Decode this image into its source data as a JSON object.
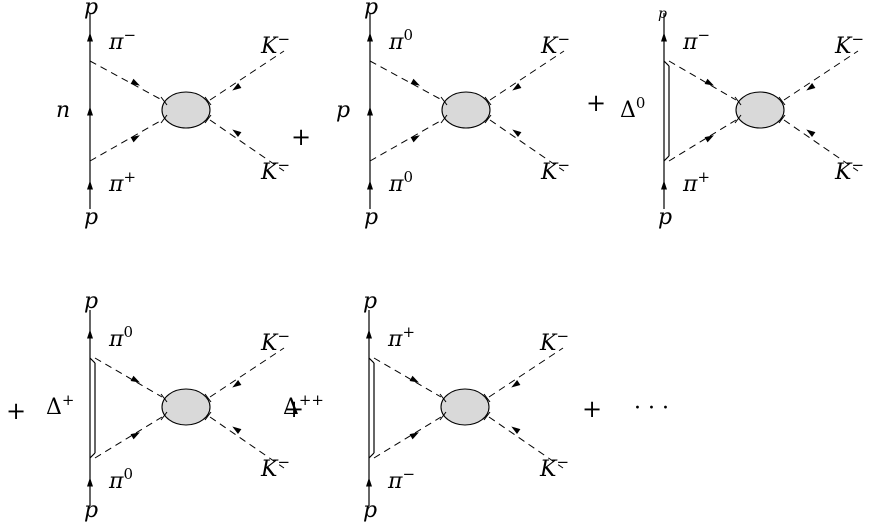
{
  "diagram": {
    "diagrams": [
      {
        "proton_top": "p",
        "proton_bottom": "p",
        "baryon": "n",
        "baryon_is_delta": false,
        "pion_upper": "π",
        "pion_upper_sup": "−",
        "pion_lower": "π",
        "pion_lower_sup": "+",
        "kaon_upper": "K",
        "kaon_upper_sup": "−",
        "kaon_lower": "K",
        "kaon_lower_sup": "−"
      },
      {
        "proton_top": "p",
        "proton_bottom": "p",
        "baryon": "p",
        "baryon_is_delta": false,
        "pion_upper": "π",
        "pion_upper_sup": "0",
        "pion_lower": "π",
        "pion_lower_sup": "0",
        "kaon_upper": "K",
        "kaon_upper_sup": "−",
        "kaon_lower": "K",
        "kaon_lower_sup": "−"
      },
      {
        "proton_top": "p",
        "proton_bottom": "p",
        "baryon": "Δ",
        "baryon_sup": "0",
        "baryon_is_delta": true,
        "pion_upper": "π",
        "pion_upper_sup": "−",
        "pion_lower": "π",
        "pion_lower_sup": "+",
        "kaon_upper": "K",
        "kaon_upper_sup": "−",
        "kaon_lower": "K",
        "kaon_lower_sup": "−"
      },
      {
        "proton_top": "p",
        "proton_bottom": "p",
        "baryon": "Δ",
        "baryon_sup": "+",
        "baryon_is_delta": true,
        "pion_upper": "π",
        "pion_upper_sup": "0",
        "pion_lower": "π",
        "pion_lower_sup": "0",
        "kaon_upper": "K",
        "kaon_upper_sup": "−",
        "kaon_lower": "K",
        "kaon_lower_sup": "−"
      },
      {
        "proton_top": "p",
        "proton_bottom": "p",
        "baryon": "Δ",
        "baryon_sup": "++",
        "baryon_is_delta": true,
        "pion_upper": "π",
        "pion_upper_sup": "+",
        "pion_lower": "π",
        "pion_lower_sup": "−",
        "kaon_upper": "K",
        "kaon_upper_sup": "−",
        "kaon_lower": "K",
        "kaon_lower_sup": "−"
      }
    ],
    "operators": [
      "+",
      "+",
      "+",
      "+",
      "+"
    ],
    "ellipsis": "· · ·"
  }
}
